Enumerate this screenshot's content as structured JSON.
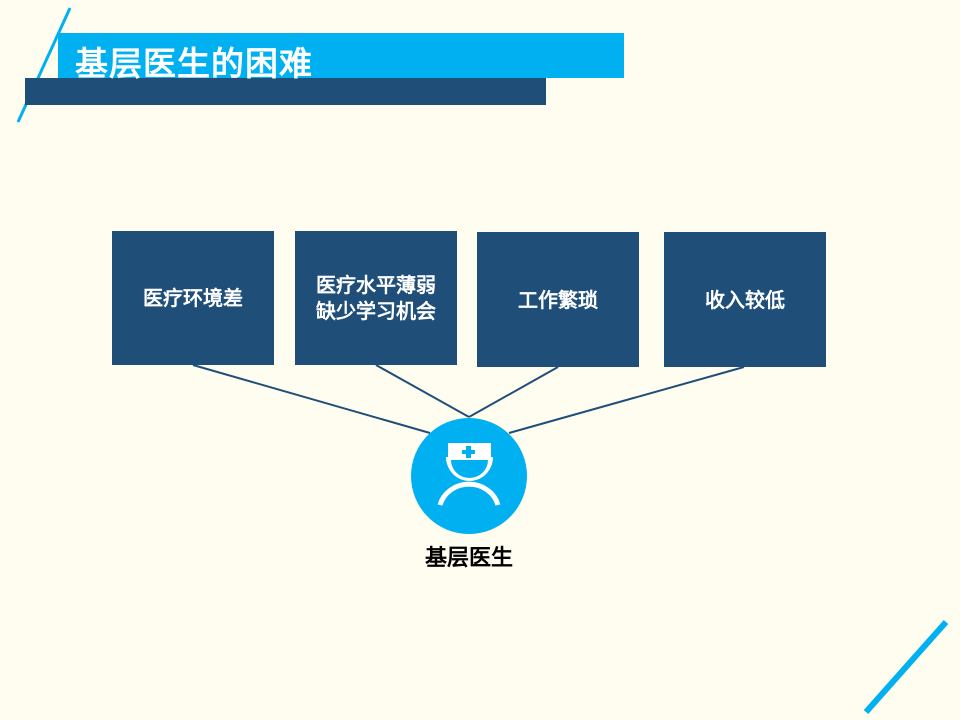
{
  "title": "基层医生的困难",
  "difficulties": [
    {
      "lines": [
        "医疗环境差"
      ]
    },
    {
      "lines": [
        "医疗水平薄弱",
        "缺少学习机会"
      ]
    },
    {
      "lines": [
        "工作繁琐"
      ]
    },
    {
      "lines": [
        "收入较低"
      ]
    }
  ],
  "center": {
    "label": "基层医生",
    "icon": "doctor-icon"
  },
  "colors": {
    "accent": "#00b0f0",
    "dark": "#1f4e79",
    "background": "#fffcf0"
  }
}
